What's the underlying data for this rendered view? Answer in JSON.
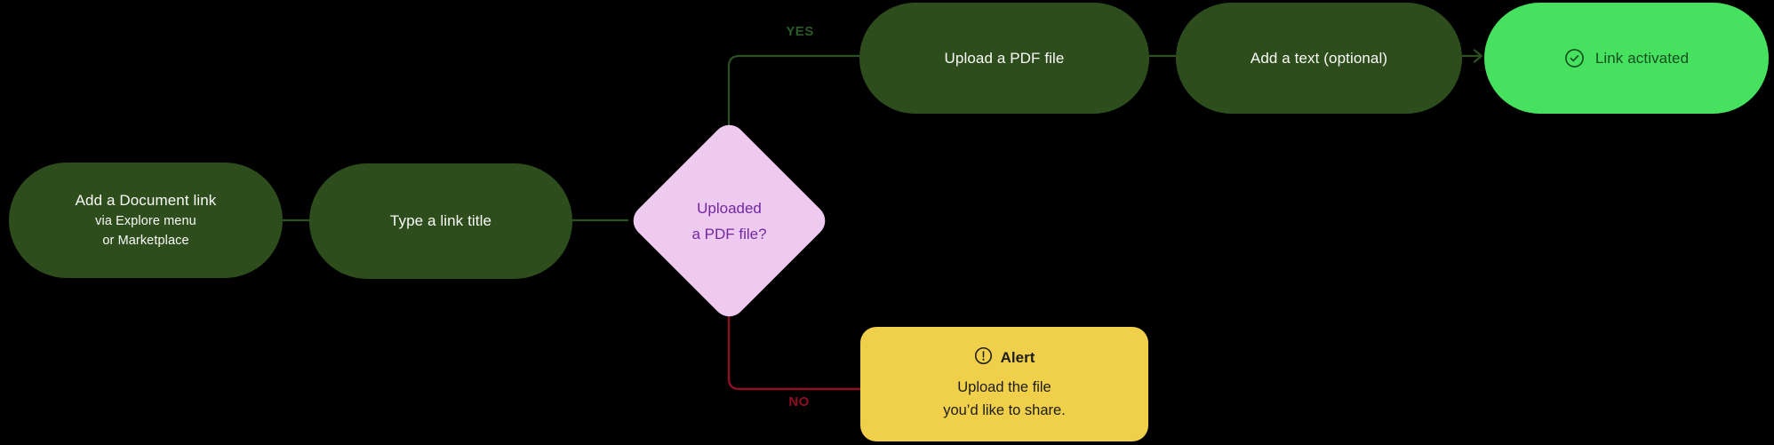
{
  "diagram": {
    "background": "#000000",
    "nodes": {
      "start": {
        "title": "Add a Document link",
        "subtitle1": "via Explore menu",
        "subtitle2": "or Marketplace"
      },
      "type_title": {
        "label": "Type a link title"
      },
      "decision": {
        "line1": "Uploaded",
        "line2": "a PDF file?"
      },
      "upload_pdf": {
        "label": "Upload a PDF file"
      },
      "add_text": {
        "label": "Add a text (optional)"
      },
      "link_activated": {
        "label": "Link activated",
        "icon": "check-circle-icon"
      },
      "alert": {
        "icon": "exclamation-circle-icon",
        "title": "Alert",
        "body_line1": "Upload the file",
        "body_line2": "you’d like to share."
      }
    },
    "edges": {
      "yes_label": "YES",
      "no_label": "NO"
    },
    "colors": {
      "node_dark_green": "#2d4d1d",
      "node_text_light": "#fafaf7",
      "success_green": "#46e15f",
      "success_text": "#174d20",
      "decision_fill": "#eec9f0",
      "decision_text": "#7328a0",
      "yes_green": "#2d5a28",
      "connector_green": "#2d5222",
      "no_red": "#8c0f23",
      "alert_yellow": "#f0cf4b",
      "alert_text": "#1d1d1b",
      "bg": "#000000"
    }
  }
}
